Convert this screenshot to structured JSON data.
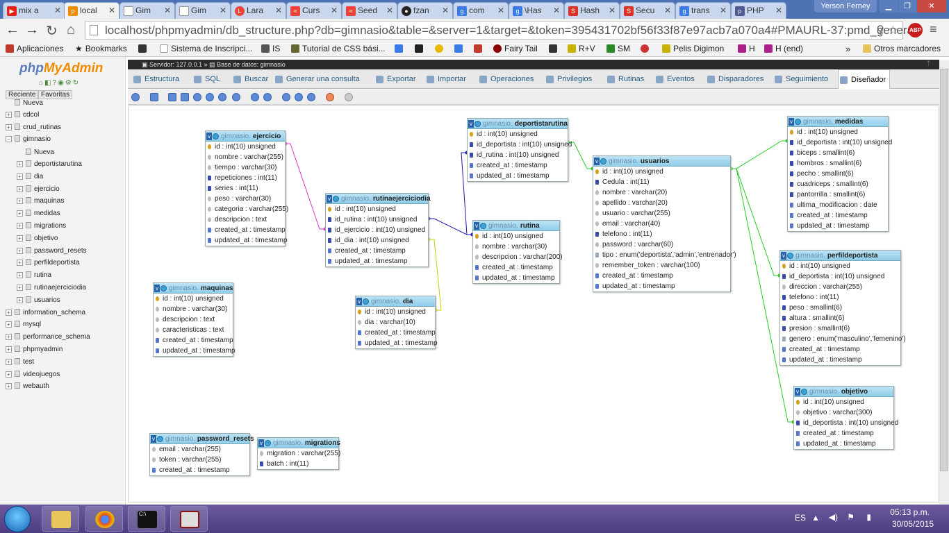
{
  "browser": {
    "tabs": [
      {
        "icon": "youtube-icon",
        "label": "mix a",
        "color": "#e62117"
      },
      {
        "icon": "phpmyadmin-icon",
        "label": "local",
        "color": "#f08c00",
        "active": true
      },
      {
        "icon": "document-icon",
        "label": "Gim",
        "color": "#ffffff"
      },
      {
        "icon": "document-icon",
        "label": "Gim",
        "color": "#ffffff"
      },
      {
        "icon": "laravel-icon",
        "label": "Lara",
        "color": "#e8443a"
      },
      {
        "icon": "laracasts-icon",
        "label": "Curs",
        "color": "#e8443a"
      },
      {
        "icon": "laracasts-icon",
        "label": "Seed",
        "color": "#e8443a"
      },
      {
        "icon": "github-icon",
        "label": "fzan",
        "color": "#222222"
      },
      {
        "icon": "google-icon",
        "label": "com",
        "color": "#3b7be8"
      },
      {
        "icon": "google-icon",
        "label": "\\Has",
        "color": "#3b7be8"
      },
      {
        "icon": "stackoverflow-icon",
        "label": "Hash",
        "color": "#d9362a"
      },
      {
        "icon": "stackoverflow-icon",
        "label": "Secu",
        "color": "#d9362a"
      },
      {
        "icon": "google-icon",
        "label": "trans",
        "color": "#3b7be8"
      },
      {
        "icon": "php-icon",
        "label": "PHP",
        "color": "#4f5b93"
      }
    ],
    "user": "Yerson Ferney",
    "url": "localhost/phpmyadmin/db_structure.php?db=gimnasio&table=&server=1&target=&token=395431702bf56f33f87e97acb7a070a4#PMAURL-37:pmd_genera",
    "bookmarks": [
      {
        "label": "Aplicaciones",
        "color": "#c0392b"
      },
      {
        "label": "Bookmarks",
        "color": "#555555"
      },
      {
        "label": "",
        "color": "#333333"
      },
      {
        "label": "Sistema de Inscripci...",
        "color": "#ffffff"
      },
      {
        "label": "IS",
        "color": "#555555"
      },
      {
        "label": "Tutorial de CSS bási...",
        "color": "#666633"
      },
      {
        "label": "",
        "color": "#3b7be8"
      },
      {
        "label": "",
        "color": "#222222"
      },
      {
        "label": "",
        "color": "#e6b800"
      },
      {
        "label": "",
        "color": "#3b7be8"
      },
      {
        "label": "",
        "color": "#c0392b"
      },
      {
        "label": "Fairy Tail",
        "color": "#8b0000"
      },
      {
        "label": "",
        "color": "#333333"
      },
      {
        "label": "R+V",
        "color": "#c8b400"
      },
      {
        "label": "SM",
        "color": "#2a8a2a"
      },
      {
        "label": "",
        "color": "#cc3333"
      },
      {
        "label": "Pelis Digimon",
        "color": "#c8b400"
      },
      {
        "label": "H",
        "color": "#aa2288"
      },
      {
        "label": "H (end)",
        "color": "#aa2288"
      },
      {
        "label": "»",
        "color": ""
      },
      {
        "label": "Otros marcadores",
        "color": "#e6c35c"
      }
    ]
  },
  "sidebar": {
    "logo_php": "php",
    "logo_myadmin": "MyAdmin",
    "tab_recent": "Reciente",
    "tab_favorites": "Favoritas",
    "tree": [
      {
        "label": "Nueva",
        "level": 0,
        "toggle": ""
      },
      {
        "label": "cdcol",
        "level": 0,
        "toggle": "+"
      },
      {
        "label": "crud_rutinas",
        "level": 0,
        "toggle": "+"
      },
      {
        "label": "gimnasio",
        "level": 0,
        "toggle": "−"
      },
      {
        "label": "Nueva",
        "level": 1,
        "toggle": ""
      },
      {
        "label": "deportistarutina",
        "level": 1,
        "toggle": "+"
      },
      {
        "label": "dia",
        "level": 1,
        "toggle": "+"
      },
      {
        "label": "ejercicio",
        "level": 1,
        "toggle": "+"
      },
      {
        "label": "maquinas",
        "level": 1,
        "toggle": "+"
      },
      {
        "label": "medidas",
        "level": 1,
        "toggle": "+"
      },
      {
        "label": "migrations",
        "level": 1,
        "toggle": "+"
      },
      {
        "label": "objetivo",
        "level": 1,
        "toggle": "+"
      },
      {
        "label": "password_resets",
        "level": 1,
        "toggle": "+"
      },
      {
        "label": "perfildeportista",
        "level": 1,
        "toggle": "+"
      },
      {
        "label": "rutina",
        "level": 1,
        "toggle": "+"
      },
      {
        "label": "rutinaejerciciodia",
        "level": 1,
        "toggle": "+"
      },
      {
        "label": "usuarios",
        "level": 1,
        "toggle": "+"
      },
      {
        "label": "information_schema",
        "level": 0,
        "toggle": "+"
      },
      {
        "label": "mysql",
        "level": 0,
        "toggle": "+"
      },
      {
        "label": "performance_schema",
        "level": 0,
        "toggle": "+"
      },
      {
        "label": "phpmyadmin",
        "level": 0,
        "toggle": "+"
      },
      {
        "label": "test",
        "level": 0,
        "toggle": "+"
      },
      {
        "label": "videojuegos",
        "level": 0,
        "toggle": "+"
      },
      {
        "label": "webauth",
        "level": 0,
        "toggle": "+"
      }
    ]
  },
  "breadcrumb": {
    "server": "Servidor: 127.0.0.1",
    "sep": "»",
    "database": "Base de datos: gimnasio"
  },
  "menu": [
    {
      "label": "Estructura",
      "active": false
    },
    {
      "label": "SQL",
      "active": false
    },
    {
      "label": "Buscar",
      "active": false
    },
    {
      "label": "Generar una consulta",
      "active": false
    },
    {
      "label": "Exportar",
      "active": false
    },
    {
      "label": "Importar",
      "active": false
    },
    {
      "label": "Operaciones",
      "active": false
    },
    {
      "label": "Privilegios",
      "active": false
    },
    {
      "label": "Rutinas",
      "active": false
    },
    {
      "label": "Eventos",
      "active": false
    },
    {
      "label": "Disparadores",
      "active": false
    },
    {
      "label": "Seguimiento",
      "active": false
    },
    {
      "label": "Diseñador",
      "active": true
    }
  ],
  "designer": {
    "db_prefix": "gimnasio.",
    "tables": {
      "ejercicio": {
        "name": "ejercicio",
        "fields": [
          {
            "t": "key",
            "text": "id : int(10) unsigned"
          },
          {
            "t": "txt",
            "text": "nombre : varchar(255)"
          },
          {
            "t": "txt",
            "text": "tiempo : varchar(30)"
          },
          {
            "t": "num",
            "text": "repeticiones : int(11)"
          },
          {
            "t": "num",
            "text": "series : int(11)"
          },
          {
            "t": "txt",
            "text": "peso : varchar(30)"
          },
          {
            "t": "txt",
            "text": "categoria : varchar(255)"
          },
          {
            "t": "txt",
            "text": "descripcion : text"
          },
          {
            "t": "dat",
            "text": "created_at : timestamp"
          },
          {
            "t": "dat",
            "text": "updated_at : timestamp"
          }
        ]
      },
      "maquinas": {
        "name": "maquinas",
        "fields": [
          {
            "t": "key",
            "text": "id : int(10) unsigned"
          },
          {
            "t": "txt",
            "text": "nombre : varchar(30)"
          },
          {
            "t": "txt",
            "text": "descripcion : text"
          },
          {
            "t": "txt",
            "text": "caracteristicas : text"
          },
          {
            "t": "dat",
            "text": "created_at : timestamp"
          },
          {
            "t": "dat",
            "text": "updated_at : timestamp"
          }
        ]
      },
      "password_resets": {
        "name": "password_resets",
        "fields": [
          {
            "t": "txt",
            "text": "email : varchar(255)"
          },
          {
            "t": "txt",
            "text": "token : varchar(255)"
          },
          {
            "t": "dat",
            "text": "created_at : timestamp"
          }
        ]
      },
      "migrations": {
        "name": "migrations",
        "fields": [
          {
            "t": "txt",
            "text": "migration : varchar(255)"
          },
          {
            "t": "num",
            "text": "batch : int(11)"
          }
        ]
      },
      "rutinaejerciciodia": {
        "name": "rutinaejerciciodia",
        "fields": [
          {
            "t": "key",
            "text": "id : int(10) unsigned"
          },
          {
            "t": "num",
            "text": "id_rutina : int(10) unsigned"
          },
          {
            "t": "num",
            "text": "id_ejercicio : int(10) unsigned"
          },
          {
            "t": "num",
            "text": "id_dia : int(10) unsigned"
          },
          {
            "t": "dat",
            "text": "created_at : timestamp"
          },
          {
            "t": "dat",
            "text": "updated_at : timestamp"
          }
        ]
      },
      "dia": {
        "name": "dia",
        "fields": [
          {
            "t": "key",
            "text": "id : int(10) unsigned"
          },
          {
            "t": "txt",
            "text": "dia : varchar(10)"
          },
          {
            "t": "dat",
            "text": "created_at : timestamp"
          },
          {
            "t": "dat",
            "text": "updated_at : timestamp"
          }
        ]
      },
      "deportistarutina": {
        "name": "deportistarutina",
        "fields": [
          {
            "t": "key",
            "text": "id : int(10) unsigned"
          },
          {
            "t": "num",
            "text": "id_deportista : int(10) unsigned"
          },
          {
            "t": "num",
            "text": "id_rutina : int(10) unsigned"
          },
          {
            "t": "dat",
            "text": "created_at : timestamp"
          },
          {
            "t": "dat",
            "text": "updated_at : timestamp"
          }
        ]
      },
      "rutina": {
        "name": "rutina",
        "fields": [
          {
            "t": "key",
            "text": "id : int(10) unsigned"
          },
          {
            "t": "txt",
            "text": "nombre : varchar(30)"
          },
          {
            "t": "txt",
            "text": "descripcion : varchar(200)"
          },
          {
            "t": "dat",
            "text": "created_at : timestamp"
          },
          {
            "t": "dat",
            "text": "updated_at : timestamp"
          }
        ]
      },
      "usuarios": {
        "name": "usuarios",
        "fields": [
          {
            "t": "key",
            "text": "id : int(10) unsigned"
          },
          {
            "t": "num",
            "text": "Cedula : int(11)"
          },
          {
            "t": "txt",
            "text": "nombre : varchar(20)"
          },
          {
            "t": "txt",
            "text": "apellido : varchar(20)"
          },
          {
            "t": "txt",
            "text": "usuario : varchar(255)"
          },
          {
            "t": "txt",
            "text": "email : varchar(40)"
          },
          {
            "t": "num",
            "text": "telefono : int(11)"
          },
          {
            "t": "txt",
            "text": "password : varchar(60)"
          },
          {
            "t": "enm",
            "text": "tipo : enum('deportista','admin','entrenador')"
          },
          {
            "t": "txt",
            "text": "remember_token : varchar(100)"
          },
          {
            "t": "dat",
            "text": "created_at : timestamp"
          },
          {
            "t": "dat",
            "text": "updated_at : timestamp"
          }
        ]
      },
      "medidas": {
        "name": "medidas",
        "fields": [
          {
            "t": "key",
            "text": "id : int(10) unsigned"
          },
          {
            "t": "num",
            "text": "id_deportista : int(10) unsigned"
          },
          {
            "t": "num",
            "text": "biceps : smallint(6)"
          },
          {
            "t": "num",
            "text": "hombros : smallint(6)"
          },
          {
            "t": "num",
            "text": "pecho : smallint(6)"
          },
          {
            "t": "num",
            "text": "cuadriceps : smallint(6)"
          },
          {
            "t": "num",
            "text": "pantorrilla : smallint(6)"
          },
          {
            "t": "dat",
            "text": "ultima_modificacion : date"
          },
          {
            "t": "dat",
            "text": "created_at : timestamp"
          },
          {
            "t": "dat",
            "text": "updated_at : timestamp"
          }
        ]
      },
      "perfildeportista": {
        "name": "perfildeportista",
        "fields": [
          {
            "t": "key",
            "text": "id : int(10) unsigned"
          },
          {
            "t": "num",
            "text": "id_deportista : int(10) unsigned"
          },
          {
            "t": "txt",
            "text": "direccion : varchar(255)"
          },
          {
            "t": "num",
            "text": "telefono : int(11)"
          },
          {
            "t": "num",
            "text": "peso : smallint(6)"
          },
          {
            "t": "num",
            "text": "altura : smallint(6)"
          },
          {
            "t": "num",
            "text": "presion : smallint(6)"
          },
          {
            "t": "enm",
            "text": "genero : enum('masculino','femenino')"
          },
          {
            "t": "dat",
            "text": "created_at : timestamp"
          },
          {
            "t": "dat",
            "text": "updated_at : timestamp"
          }
        ]
      },
      "objetivo": {
        "name": "objetivo",
        "fields": [
          {
            "t": "key",
            "text": "id : int(10) unsigned"
          },
          {
            "t": "txt",
            "text": "objetivo : varchar(300)"
          },
          {
            "t": "num",
            "text": "id_deportista : int(10) unsigned"
          },
          {
            "t": "dat",
            "text": "created_at : timestamp"
          },
          {
            "t": "dat",
            "text": "updated_at : timestamp"
          }
        ]
      }
    },
    "relation_colors": {
      "ejercicio": "#dd33cc",
      "rutina": "#1a1aaa",
      "dia": "#cccc00",
      "usuarios": "#22cc22"
    }
  },
  "taskbar": {
    "language": "ES",
    "time": "05:13 p.m.",
    "date": "30/05/2015"
  }
}
